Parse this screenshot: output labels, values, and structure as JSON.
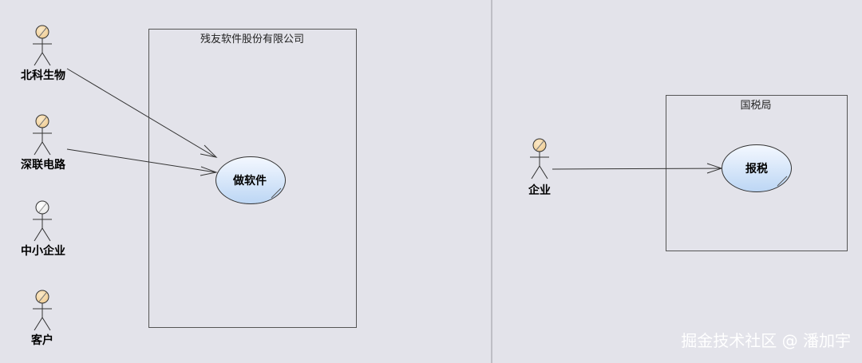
{
  "diagram": {
    "left_system": {
      "name": "残友软件股份有限公司",
      "use_case": "做软件"
    },
    "right_system": {
      "name": "国税局",
      "use_case": "报税"
    },
    "actors": {
      "a1": "北科生物",
      "a2": "深联电路",
      "a3": "中小企业",
      "a4": "客户",
      "a5": "企业"
    },
    "colors": {
      "actor_head": "#f5d9a8",
      "actor_head_plain": "#ffffff",
      "usecase_fill_top": "#f4f8ff",
      "usecase_fill_bottom": "#bcd6f4",
      "background": "#e3e3ea"
    }
  },
  "watermark": "掘金技术社区 @ 潘加宇"
}
